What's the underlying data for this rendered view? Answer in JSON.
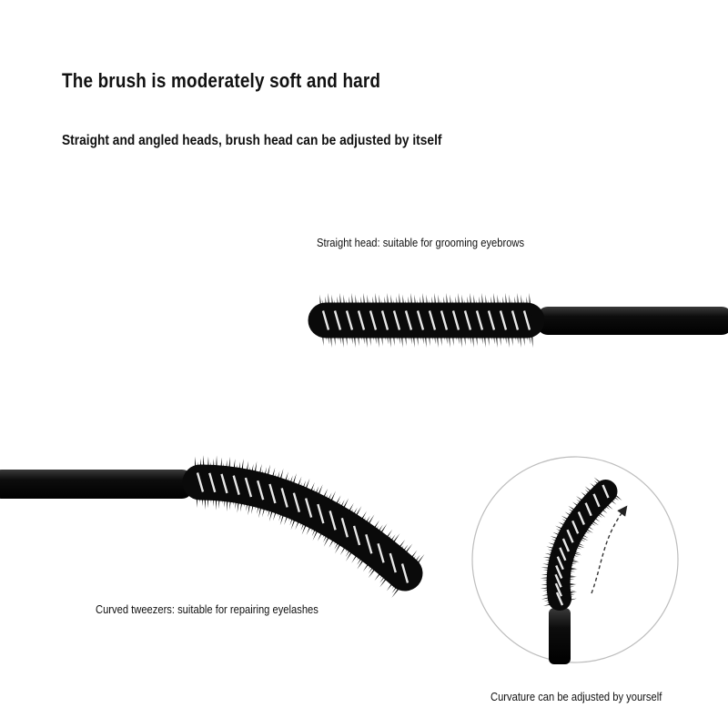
{
  "heading": "The brush is moderately soft and hard",
  "subheading": "Straight and angled heads, brush head can be adjusted by itself",
  "captions": {
    "straight": "Straight head: suitable for grooming eyebrows",
    "curved": "Curved tweezers: suitable for repairing eyelashes",
    "curvature": "Curvature can be adjusted by yourself"
  },
  "images": {
    "straight_brush": "straight-spoolie-brush",
    "curved_brush": "curved-spoolie-brush",
    "detail": "curvature-detail-circle",
    "arrow": "dashed-curved-arrow"
  },
  "colors": {
    "background": "#ffffff",
    "text": "#111111",
    "bristle": "#0a0a0a",
    "handle": "#0d0d0d",
    "wire": "#e8e8e8"
  }
}
